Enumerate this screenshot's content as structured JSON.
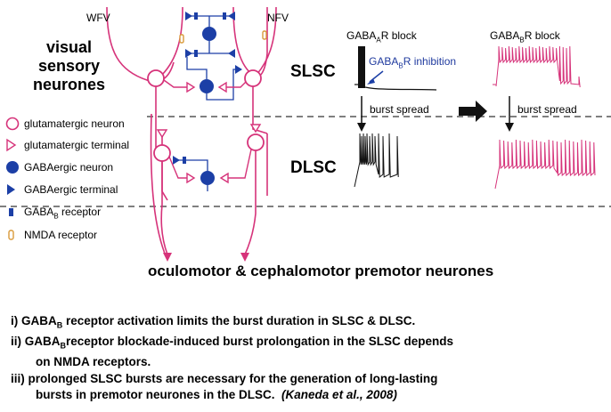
{
  "diagram": {
    "fiber_labels": {
      "wfv": "WFV",
      "nfv": "NFV"
    },
    "sensory_title": [
      "visual",
      "sensory",
      "neurones"
    ],
    "regions": {
      "slsc": "SLSC",
      "dlsc": "DLSC"
    },
    "trace_titles": {
      "gabaa": {
        "pre": "GABA",
        "sub": "A",
        "post": "R block"
      },
      "gabab": {
        "pre": "GABA",
        "sub": "B",
        "post": "R block"
      }
    },
    "inhibition_label": {
      "pre": "GABA",
      "sub": "B",
      "post": "R inhibition"
    },
    "burst_spread": "burst spread",
    "legend": [
      {
        "icon": "glutamatergic-neuron-icon",
        "text": "glutamatergic neuron"
      },
      {
        "icon": "glutamatergic-terminal-icon",
        "text": "glutamatergic terminal"
      },
      {
        "icon": "gabaergic-neuron-icon",
        "text": "GABAergic neuron"
      },
      {
        "icon": "gabaergic-terminal-icon",
        "text": "GABAergic terminal"
      },
      {
        "icon": "gabab-receptor-icon",
        "text": {
          "pre": "GABA",
          "sub": "B",
          "post": " receptor"
        }
      },
      {
        "icon": "nmda-receptor-icon",
        "text": "NMDA receptor"
      }
    ],
    "premotor_label": "oculomotor & cephalomotor premotor neurones",
    "colors": {
      "glutamatergic": "#d6337a",
      "gabaergic": "#1c3fa6",
      "nmda": "#d99a3a",
      "trace_black": "#111111"
    }
  },
  "notes": {
    "i": {
      "pre": "i) GABA",
      "sub": "B",
      "post": " receptor activation limits the burst duration in SLSC & DLSC."
    },
    "ii": {
      "pre": "ii) GABA",
      "sub": "B",
      "post": "receptor blockade-induced burst prolongation in the SLSC depends",
      "cont": "on NMDA receptors."
    },
    "iii": {
      "line1": "iii) prolonged SLSC bursts are necessary for the generation of long-lasting",
      "line2": "bursts in premotor neurones in the DLSC.",
      "ref": "(Kaneda et al., 2008)"
    }
  }
}
